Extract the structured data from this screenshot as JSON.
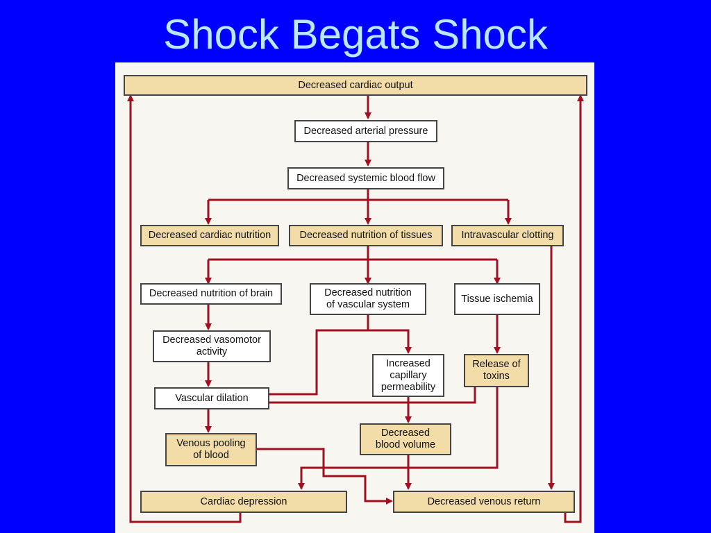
{
  "title": "Shock Begats Shock",
  "colors": {
    "background": "#0000ff",
    "title": "#b8e8ff",
    "panel": "#f7f6f1",
    "arrow": "#a01020",
    "box_tan": "#f2dca7",
    "box_white": "#ffffff"
  },
  "boxes": {
    "decreased_cardiac_output": "Decreased cardiac output",
    "decreased_arterial_pressure": "Decreased arterial pressure",
    "decreased_systemic_blood_flow": "Decreased systemic blood flow",
    "decreased_cardiac_nutrition": "Decreased cardiac nutrition",
    "decreased_nutrition_of_tissues": "Decreased nutrition of tissues",
    "intravascular_clotting": "Intravascular clotting",
    "decreased_nutrition_of_brain": "Decreased nutrition of brain",
    "decreased_nutrition_of_vascular_system": "Decreased nutrition\nof vascular system",
    "tissue_ischemia": "Tissue ischemia",
    "decreased_vasomotor_activity": "Decreased vasomotor\nactivity",
    "increased_capillary_permeability": "Increased\ncapillary\npermeability",
    "release_of_toxins": "Release of\ntoxins",
    "vascular_dilation": "Vascular dilation",
    "decreased_blood_volume": "Decreased\nblood volume",
    "venous_pooling_of_blood": "Venous pooling\nof blood",
    "cardiac_depression": "Cardiac depression",
    "decreased_venous_return": "Decreased venous return"
  }
}
